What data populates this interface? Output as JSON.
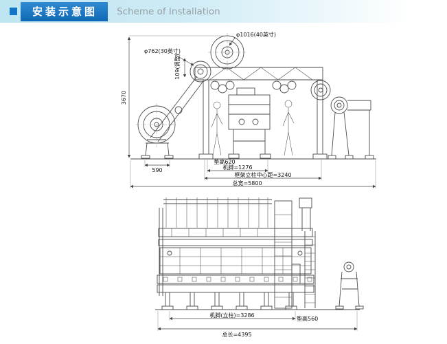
{
  "header": {
    "title_zh": "安装示意图",
    "title_en": "Scheme of Installation",
    "accent_color": "#1274c8",
    "band_color": "#c3e7f3"
  },
  "side_view": {
    "dim_phi1016": "φ1016(40英寸)",
    "dim_phi762": "φ762(30英寸)",
    "dim_height": "3670",
    "dim_adjust": "109(调整)",
    "dim_590": "590",
    "dim_pad": "垫高620",
    "dim_feet": "机脚=1276",
    "dim_post_center": "框架立柱中心距=3240",
    "dim_total_width": "总宽=5800"
  },
  "front_view": {
    "dim_feet": "机脚(立柱)=3286",
    "dim_pad": "垫高560",
    "dim_total_length": "总长=4395"
  }
}
